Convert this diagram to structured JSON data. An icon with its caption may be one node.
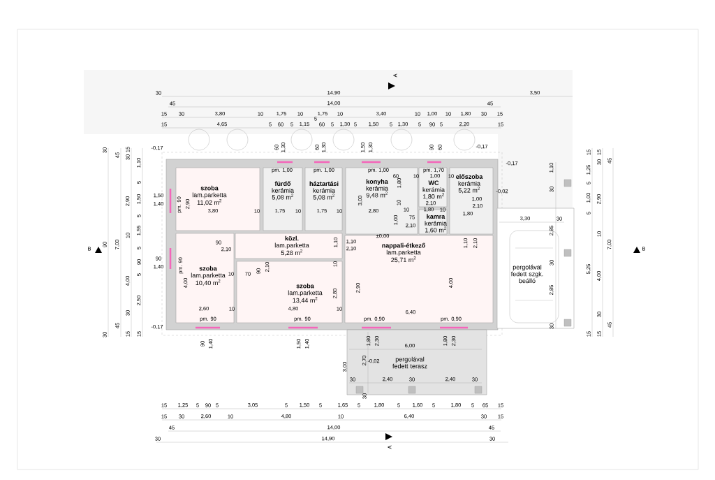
{
  "diagram": {
    "nodes": [
      {
        "text": [
          "szoba",
          "lam.parketta",
          "11,02 m$^{2}$"
        ]
      },
      {
        "text": [
          "fürdő",
          "kerámia",
          "5,08 m$^{2}$"
        ]
      },
      {
        "text": [
          "háztartási",
          "kerámia",
          "5,08 m$^{2}$"
        ]
      },
      {
        "text": [
          "konyha",
          "kerámia",
          "9,48 m$^{2}$"
        ]
      },
      {
        "text": [
          "WC",
          "kerámia",
          "1,80 m$^{2}$"
        ]
      },
      {
        "text": [
          "előszoba",
          "kerámia",
          "5,22 m$^{2}$"
        ]
      },
      {
        "text": [
          "kamra",
          "kerámia",
          "1,60 m$^{2}$"
        ]
      },
      {
        "text": [
          "közl.",
          "lam.parketta",
          "5,28 m$^{2}$"
        ]
      },
      {
        "text": [
          "nappali-étkező",
          "lam.parketta",
          "25,71 m$^{2}$"
        ]
      },
      {
        "text": [
          "szoba",
          "lam.parketta",
          "10,40 m$^{2}$"
        ]
      },
      {
        "text": [
          "szoba",
          "lam.parketta",
          "13,44 m$^{2}$"
        ]
      },
      {
        "text": [
          "pergolával fedett terasz"
        ]
      },
      {
        "text": [
          "pergolával fedett szgk. beálló"
        ]
      }
    ],
    "labels": [
      "A",
      "30",
      "14,90",
      "3,50",
      "45",
      "14,00",
      "45",
      "15",
      "30",
      "3,80",
      "10",
      "1,75",
      "10",
      "1,75",
      "10",
      "3,40",
      "10",
      "1,00",
      "10",
      "1,80",
      "30",
      "15",
      "15",
      "4,65",
      "5",
      "60",
      "5",
      "1,15",
      "5",
      "60",
      "5",
      "1,30",
      "5",
      "1,50",
      "5",
      "1,30",
      "5",
      "90",
      "5",
      "2,20",
      "15",
      "-0,17",
      "60",
      "1,30",
      "60",
      "1,30",
      "1,50",
      "1,30",
      "90",
      "60",
      "-0,17",
      "1,50",
      "1,40",
      "90",
      "1,40",
      "-0,17",
      "B",
      "30",
      "90",
      "30",
      "45",
      "7,00",
      "45",
      "15",
      "30",
      "2,90",
      "10",
      "4,00",
      "30",
      "15",
      "1,10",
      "5",
      "1,50",
      "5",
      "1,55",
      "5",
      "90",
      "5",
      "2,50",
      "15",
      "pm. 1,00",
      "pm. 1,00",
      "pm. 1,00",
      "pm. 1,70",
      "pm. 90",
      "2,90",
      "3,80",
      "10",
      "1,75",
      "10",
      "1,75",
      "10",
      "90",
      "2,10",
      "pm. 90",
      "4,00",
      "2,60",
      "10",
      "4,80",
      "10",
      "2,80",
      "10",
      "70",
      "90",
      "2,10",
      "1,10",
      "10",
      "2,80",
      "3,00",
      "1,10",
      "2,10",
      "±0,00",
      "60",
      "10",
      "1,00",
      "10",
      "1,80",
      "10",
      "1,00",
      "10",
      "1,80",
      "10",
      "75",
      "2,10",
      "2,10",
      "1,00",
      "2,10",
      "1,80",
      "1,10",
      "2,10",
      "2,90",
      "4,00",
      "6,40",
      "pm. 90",
      "pm. 90",
      "pm. 0,90",
      "pm. 0,90",
      "90",
      "1,40",
      "1,50",
      "1,40",
      "1,80",
      "2,30",
      "1,80",
      "2,30",
      "6,00",
      "2,70",
      "-0,02",
      "3,00",
      "30",
      "2,40",
      "30",
      "2,40",
      "30",
      "30",
      "15",
      "1,25",
      "5",
      "90",
      "5",
      "3,05",
      "5",
      "1,50",
      "5",
      "1,65",
      "5",
      "1,80",
      "5",
      "1,60",
      "5",
      "1,80",
      "5",
      "65",
      "15",
      "15",
      "30",
      "2,60",
      "10",
      "4,80",
      "10",
      "6,40",
      "30",
      "15",
      "45",
      "14,00",
      "45",
      "30",
      "14,90",
      "30",
      "A",
      "-0,17",
      "-0,02",
      "1,10",
      "30",
      "3,30",
      "30",
      "2,85",
      "30",
      "2,85",
      "30",
      "15",
      "1,25",
      "5",
      "1,00",
      "5",
      "5,25",
      "15",
      "15",
      "30",
      "2,90",
      "10",
      "4,00",
      "30",
      "15",
      "45",
      "7,00",
      "45",
      "B"
    ]
  }
}
